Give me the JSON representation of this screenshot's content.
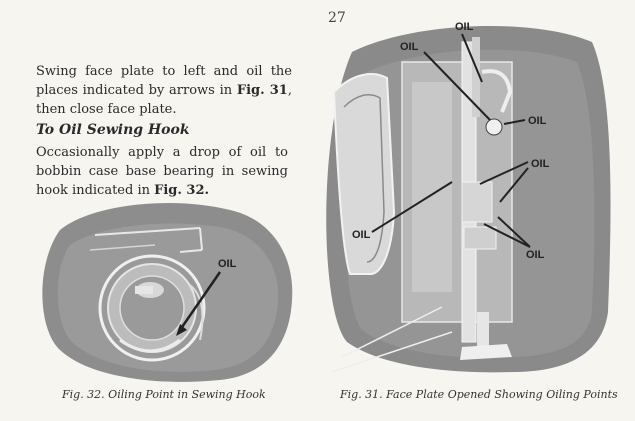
{
  "page_number": "27",
  "intro": {
    "before": "Swing face plate to left and oil the places indicated by arrows in ",
    "fig_ref": "Fig. 31",
    "after": ", then close face plate."
  },
  "section_title": "To Oil Sewing Hook",
  "body": {
    "text": "Occasionally apply a drop of oil to bobbin case base bearing in sewing hook indicated in ",
    "fig_ref": "Fig. 32."
  },
  "figure_left": {
    "label": "OIL",
    "caption": "Fig. 32. Oiling Point in Sewing Hook"
  },
  "figure_right": {
    "labels": [
      "OIL",
      "OIL",
      "OIL",
      "OIL",
      "OIL",
      "OIL"
    ],
    "caption": "Fig. 31. Face Plate Opened Showing Oiling Points"
  }
}
